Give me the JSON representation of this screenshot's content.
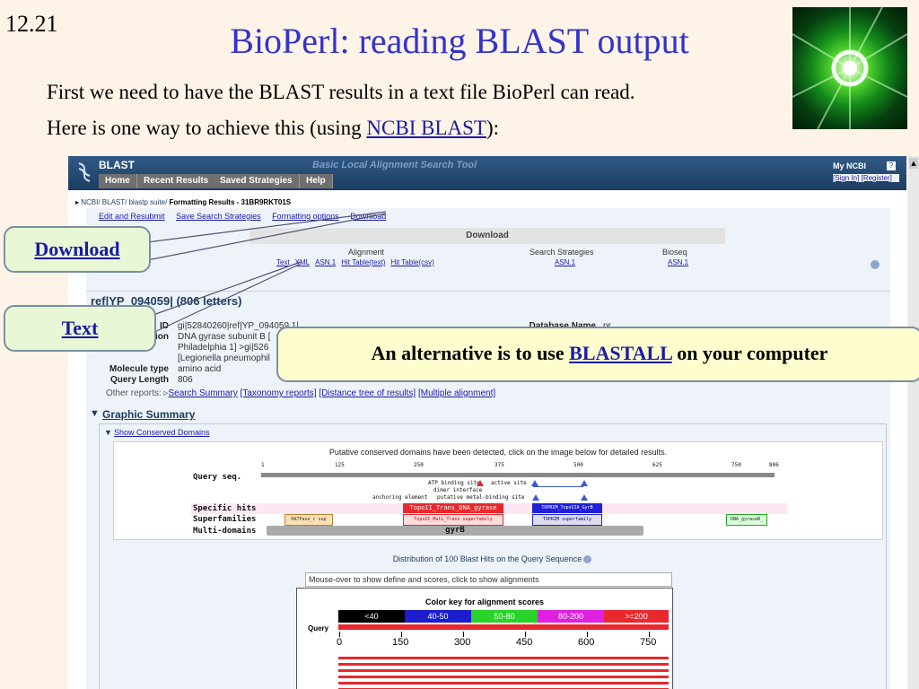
{
  "slide": {
    "number": "12.21",
    "title": "BioPerl:  reading BLAST output",
    "intro_line1": "First we need to have the BLAST results in a text file BioPerl can read.",
    "intro_line2_prefix": "Here is one way to achieve this (using ",
    "intro_line2_link": "NCBI BLAST",
    "intro_line2_suffix": "):"
  },
  "callouts": {
    "download": "Download",
    "text": "Text",
    "alt_prefix": "An alternative is to use ",
    "alt_link": "BLASTALL",
    "alt_suffix": " on your computer"
  },
  "screenshot": {
    "app_title": "BLAST",
    "tagline": "Basic Local Alignment Search Tool",
    "nav": [
      "Home",
      "Recent Results",
      "Saved Strategies",
      "Help"
    ],
    "my_ncbi": "My NCBI",
    "help_mark": "?",
    "sign_in": "[Sign In]",
    "register": "[Register]",
    "breadcrumb_links": "NCBI/ BLAST/ blastp suite/",
    "breadcrumb_title": " Formatting Results - 31BR9RKT01S",
    "top_links": [
      "Edit and Resubmit",
      "Save Search Strategies",
      "Formatting options",
      "Download"
    ],
    "download_panel": {
      "header": "Download",
      "alignment_head": "Alignment",
      "alignment_links": [
        "Text",
        "XML",
        "ASN.1",
        "Hit Table(text)",
        "Hit Table(csv)"
      ],
      "search_strategies_head": "Search Strategies",
      "search_strategies_link": "ASN.1",
      "bioseq_head": "Bioseq",
      "bioseq_link": "ASN.1"
    },
    "ref_title": "ref|YP_094059| (806 letters)",
    "meta": {
      "query_id_label": "ID",
      "query_id_value": "gi|52840260|ref|YP_094059.1|",
      "desc_label": "tion",
      "desc_value_1": "DNA gyrase subunit B [",
      "desc_value_2": "Philadelphia 1] >gi|526",
      "desc_value_3": "[Legionella pneumophil",
      "database_label": "Database Name",
      "database_value": "nr",
      "moltype_label": "Molecule type",
      "moltype_value": "amino acid",
      "qlen_label": "Query Length",
      "qlen_value": "806"
    },
    "other_reports_label": "Other reports:",
    "other_reports_links": [
      "Search Summary",
      "[Taxonomy reports]",
      "[Distance tree of results]",
      "[Multiple alignment]"
    ],
    "graphic_summary": "Graphic Summary",
    "show_conserved": "Show Conserved Domains",
    "putative_text": "Putative conserved domains have been detected, click on the image below for detailed results.",
    "domain_rows": {
      "query_seq": "Query seq.",
      "specific_hits": "Specific hits",
      "superfamilies": "Superfamilies",
      "multi_domains": "Multi-domains"
    },
    "ruler_ticks": [
      "1",
      "125",
      "250",
      "375",
      "500",
      "625",
      "750",
      "806"
    ],
    "site_labels": {
      "atp": "ATP binding site",
      "active": "active site",
      "dimer": "dimer interface",
      "anchoring": "anchoring element",
      "metal": "putative metal-binding site"
    },
    "domain_boxes": {
      "topoii_trans": "TopoII_Trans_DNA_gyrase",
      "toprim": "TOPRIM_TopoIIA_GyrB",
      "hatpase": "HATPase_c sup",
      "topoii_mutl": "TopoII_MutL_Trans superfamily",
      "toprim_sf": "TOPRIM superfamily",
      "dna_gyraseb": "DNA_gyraseB_",
      "gyrb": "gyrB"
    },
    "distribution": "Distribution of 100 Blast Hits on the Query Sequence",
    "mouseover": "Mouse-over to show define and scores, click to show alignments",
    "color_key_title": "Color key for alignment scores",
    "color_key": [
      {
        "label": "<40",
        "color": "#000000"
      },
      {
        "label": "40-50",
        "color": "#1c1ccf"
      },
      {
        "label": "50-80",
        "color": "#27d427"
      },
      {
        "label": "80-200",
        "color": "#e020e0"
      },
      {
        "label": ">=200",
        "color": "#e8282d"
      }
    ],
    "query_label": "Query",
    "axis_ticks": [
      "0",
      "150",
      "300",
      "450",
      "600",
      "750"
    ]
  }
}
